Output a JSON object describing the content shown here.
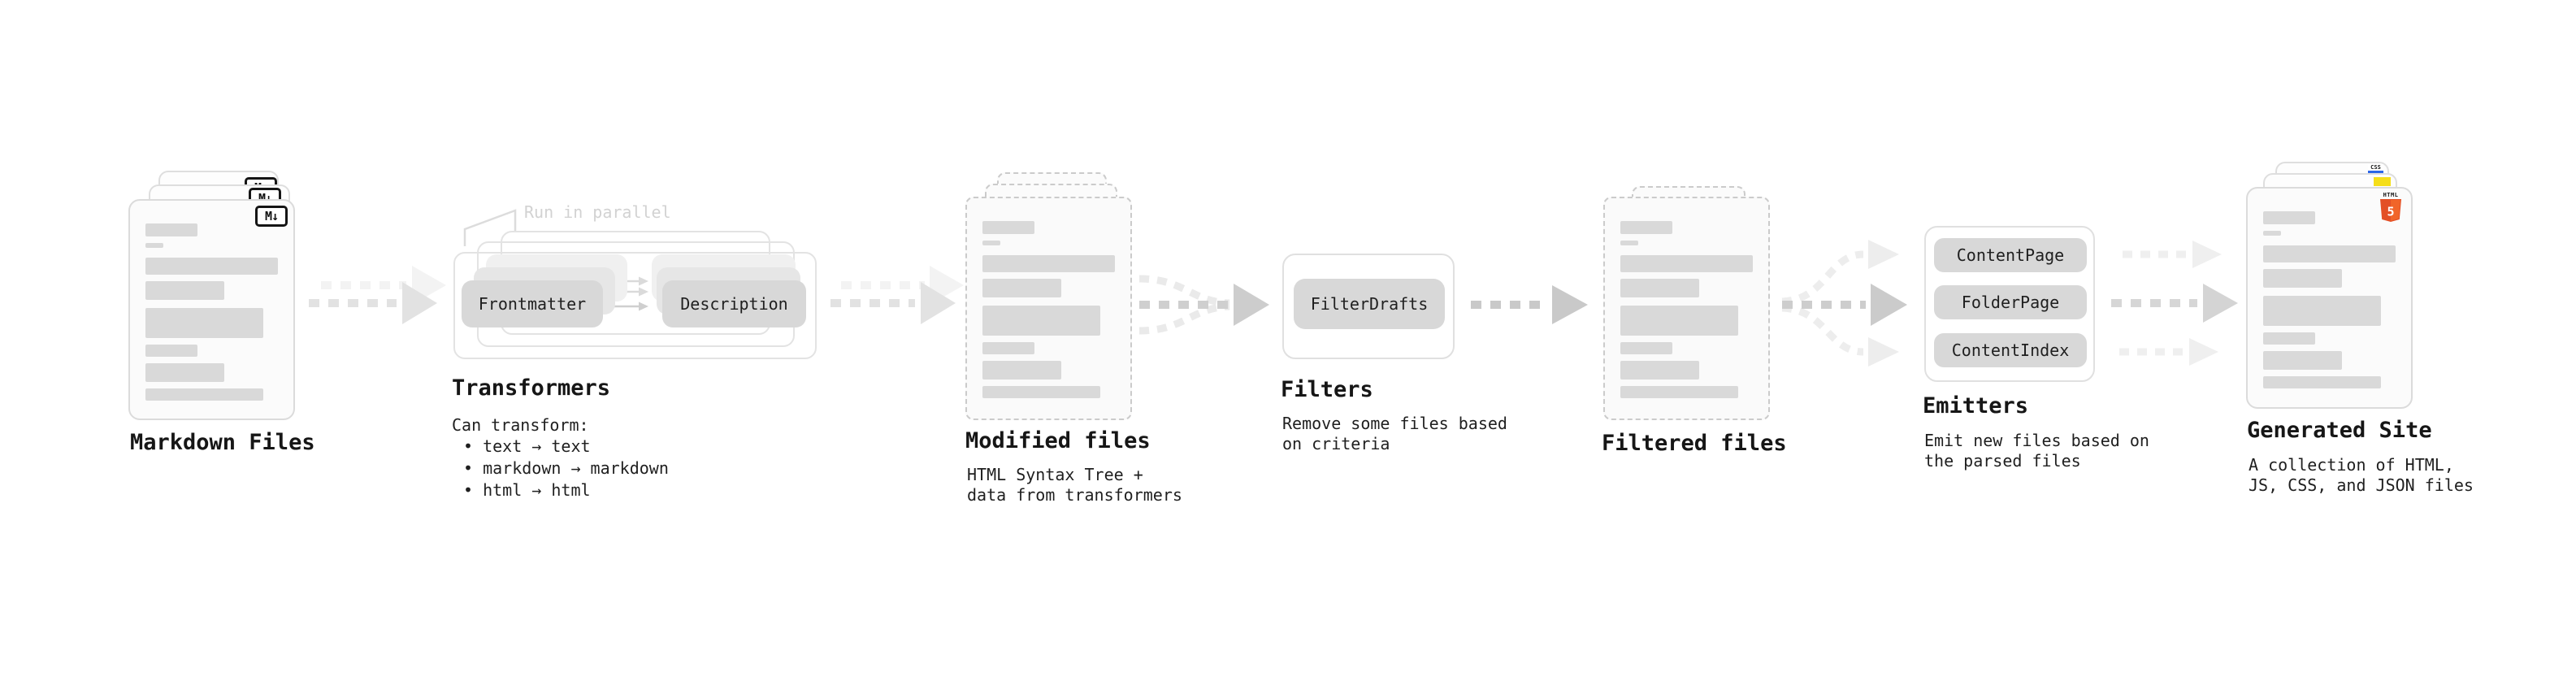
{
  "diagram": {
    "background_color": "#ffffff",
    "colors": {
      "skeleton_bar": "#d9d9d9",
      "pill": "#d8d8d8",
      "panel_border": "#e0e0e0",
      "dashed_border": "#cbcbcb",
      "arrow_gray": "#cfcfcf",
      "arrow_light": "#ededed",
      "note_gray": "#d2d2d2",
      "html5_orange": "#e34f26",
      "js_yellow": "#f5de19",
      "css_blue": "#2b66e8"
    },
    "icons": {
      "markdown_badge": "M↓",
      "html5_top": "HTML",
      "html5_number": "5",
      "css_badge": "CSS"
    },
    "stages": {
      "markdown_files": {
        "title": "Markdown Files"
      },
      "transformers": {
        "title": "Transformers",
        "note": "Run in parallel",
        "subtitle": "Can transform:",
        "bullets": [
          "• text → text",
          "• markdown → markdown",
          "• html → html"
        ],
        "pills": [
          "Frontmatter",
          "Description"
        ]
      },
      "modified_files": {
        "title": "Modified files",
        "subtitle": "HTML Syntax Tree +\ndata from transformers"
      },
      "filters": {
        "title": "Filters",
        "subtitle": "Remove some files based\non criteria",
        "pills": [
          "FilterDrafts"
        ]
      },
      "filtered_files": {
        "title": "Filtered files"
      },
      "emitters": {
        "title": "Emitters",
        "subtitle": "Emit new files based on\nthe parsed files",
        "pills": [
          "ContentPage",
          "FolderPage",
          "ContentIndex"
        ]
      },
      "generated_site": {
        "title": "Generated Site",
        "subtitle": "A collection of HTML,\nJS, CSS, and JSON files"
      }
    }
  }
}
